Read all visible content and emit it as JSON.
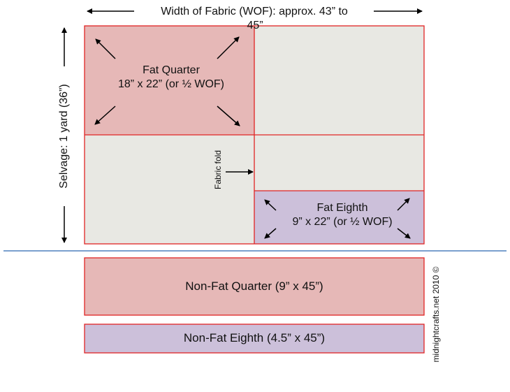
{
  "header": {
    "width_label_line1": "Width of Fabric (WOF): approx. 43” to",
    "width_label_line2": "45”"
  },
  "side": {
    "selvage_label": "Selvage: 1 yard (36”)"
  },
  "fat_quarter": {
    "title": "Fat Quarter",
    "size": "18” x 22” (or ½ WOF)"
  },
  "fat_eighth": {
    "title": "Fat Eighth",
    "size": "9” x 22” (or ½ WOF)"
  },
  "fold": {
    "label": "Fabric fold"
  },
  "strips": {
    "non_fat_quarter": "Non-Fat Quarter (9” x 45”)",
    "non_fat_eighth": "Non-Fat Eighth (4.5” x 45”)"
  },
  "credit": {
    "text": "midnightcrafts.net 2010 ©"
  },
  "colors": {
    "fat_quarter_fill": "#e6b8b7",
    "fat_eighth_fill": "#ccc0da",
    "fabric_fill": "#e8e8e3",
    "outline_red": "#e02424",
    "divider_blue": "#4f81bd",
    "arrow": "#000000"
  }
}
